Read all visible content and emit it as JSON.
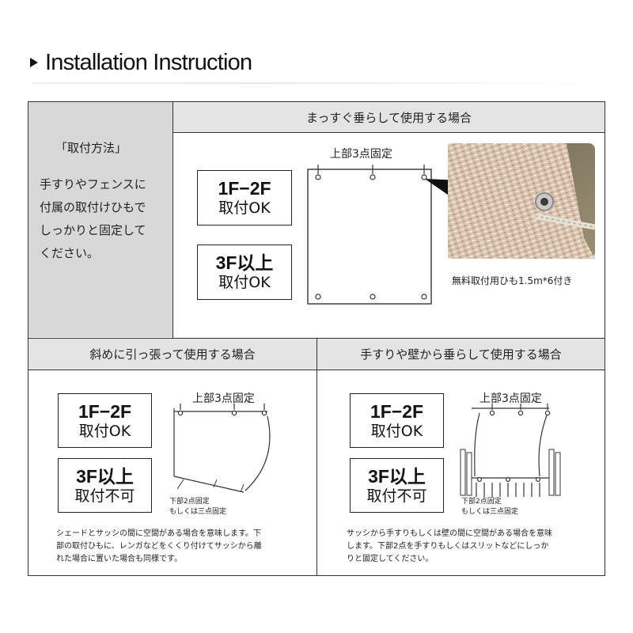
{
  "title": "Installation Instruction",
  "top_section": {
    "header": "まっすぐ垂らして使用する場合",
    "method_label": "「取付方法」",
    "method_body": [
      "手すりやフェンスに",
      "付属の取付けひもで",
      "しっかりと固定して",
      "ください。"
    ],
    "box1": {
      "line1": "1F−2F",
      "line2": "取付OK"
    },
    "box2": {
      "line1": "3F以上",
      "line2": "取付OK"
    },
    "diagram_label": "上部3点固定",
    "photo_caption": "無料取付用ひも1.5m*6付き"
  },
  "left_section": {
    "header": "斜めに引っ張って使用する場合",
    "box1": {
      "line1": "1F−2F",
      "line2": "取付OK"
    },
    "box2": {
      "line1": "3F以上",
      "line2": "取付不可"
    },
    "diagram_label": "上部3点固定",
    "bottom_fix": [
      "下部2点固定",
      "もしくは三点固定"
    ],
    "note": [
      "シェードとサッシの間に空間がある場合を意味します。下",
      "部の取付ひもに、レンガなどをくくり付けてサッシから離",
      "れた場合に置いた場合も同様です。"
    ]
  },
  "right_section": {
    "header": "手すりや壁から垂らして使用する場合",
    "box1": {
      "line1": "1F−2F",
      "line2": "取付OK"
    },
    "box2": {
      "line1": "3F以上",
      "line2": "取付不可"
    },
    "diagram_label": "上部3点固定",
    "bottom_fix": [
      "下部2点固定",
      "もしくは三点固定"
    ],
    "note": [
      "サッシから手すりもしくは壁の間に空間がある場合を意味",
      "します。下部2点を手すりもしくはスリットなどにしっか",
      "りと固定してください。"
    ]
  }
}
